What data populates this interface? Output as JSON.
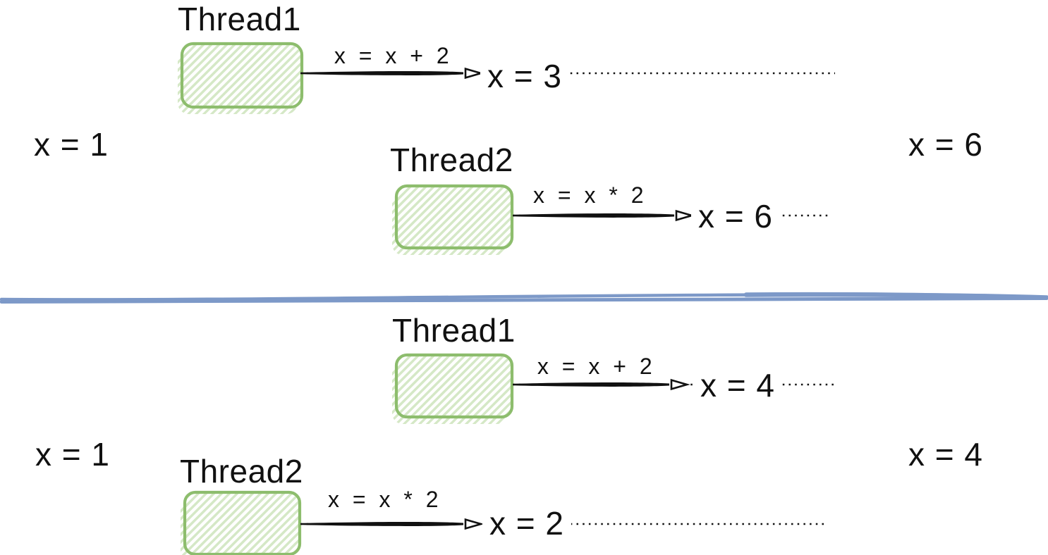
{
  "colors": {
    "ink": "#111111",
    "box_border": "#8dbd6d",
    "box_hatch": "#d5e8c6",
    "divider": "#7d99c8"
  },
  "scenarios": [
    {
      "initial_value": "x = 1",
      "final_value": "x = 6",
      "threads": [
        {
          "name": "Thread1",
          "operation": "x = x + 2",
          "result": "x = 3"
        },
        {
          "name": "Thread2",
          "operation": "x = x * 2",
          "result": "x = 6"
        }
      ]
    },
    {
      "initial_value": "x = 1",
      "final_value": "x = 4",
      "threads": [
        {
          "name": "Thread1",
          "operation": "x = x + 2",
          "result": "x = 4"
        },
        {
          "name": "Thread2",
          "operation": "x = x * 2",
          "result": "x = 2"
        }
      ]
    }
  ]
}
